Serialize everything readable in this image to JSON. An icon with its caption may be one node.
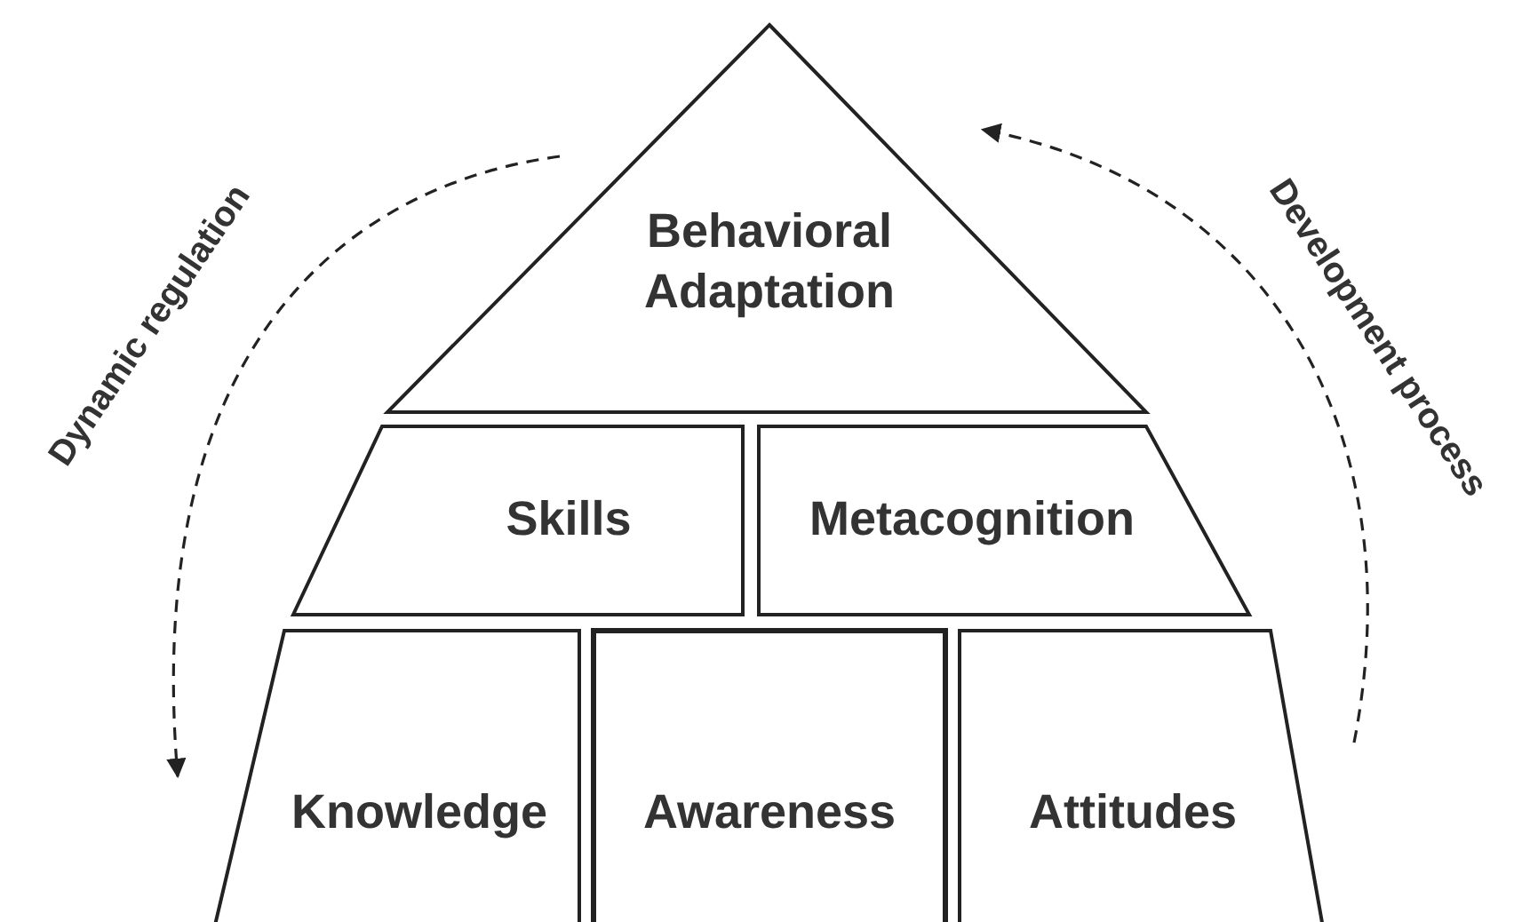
{
  "diagram": {
    "nodes": [
      {
        "text": [
          "Behavioral Adaptation"
        ]
      },
      {
        "text": [
          "Skills"
        ]
      },
      {
        "text": [
          "Metacognition"
        ]
      },
      {
        "text": [
          "Knowledge"
        ]
      },
      {
        "text": [
          "Awareness"
        ]
      },
      {
        "text": [
          "Attitudes"
        ]
      }
    ],
    "labels": [
      "Dynamic regulation",
      "Development process"
    ]
  }
}
